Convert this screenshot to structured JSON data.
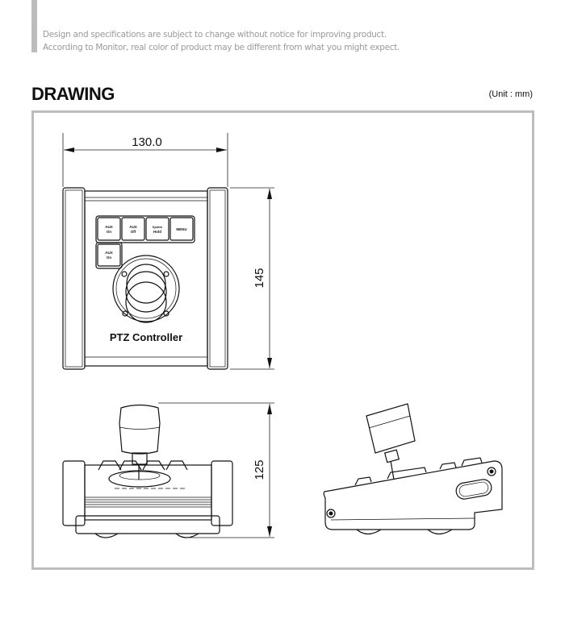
{
  "notice": {
    "line1": "Design and specifications are subject to change without notice for improving product.",
    "line2": "According to Monitor, real color of product may be different from what you might expect."
  },
  "section": {
    "title": "DRAWING",
    "unit": "(Unit : mm)"
  },
  "drawing": {
    "width_dim": "130.0",
    "depth_dim": "145",
    "height_dim": "125",
    "product_label": "PTZ Controller",
    "buttons": [
      {
        "line1": "AUX",
        "line2": "On"
      },
      {
        "line1": "AUX",
        "line2": "Off"
      },
      {
        "line1": "System",
        "line2": "Hold"
      },
      {
        "line1": "MENU",
        "line2": ""
      },
      {
        "line1": "AUX",
        "line2": "On"
      }
    ]
  }
}
